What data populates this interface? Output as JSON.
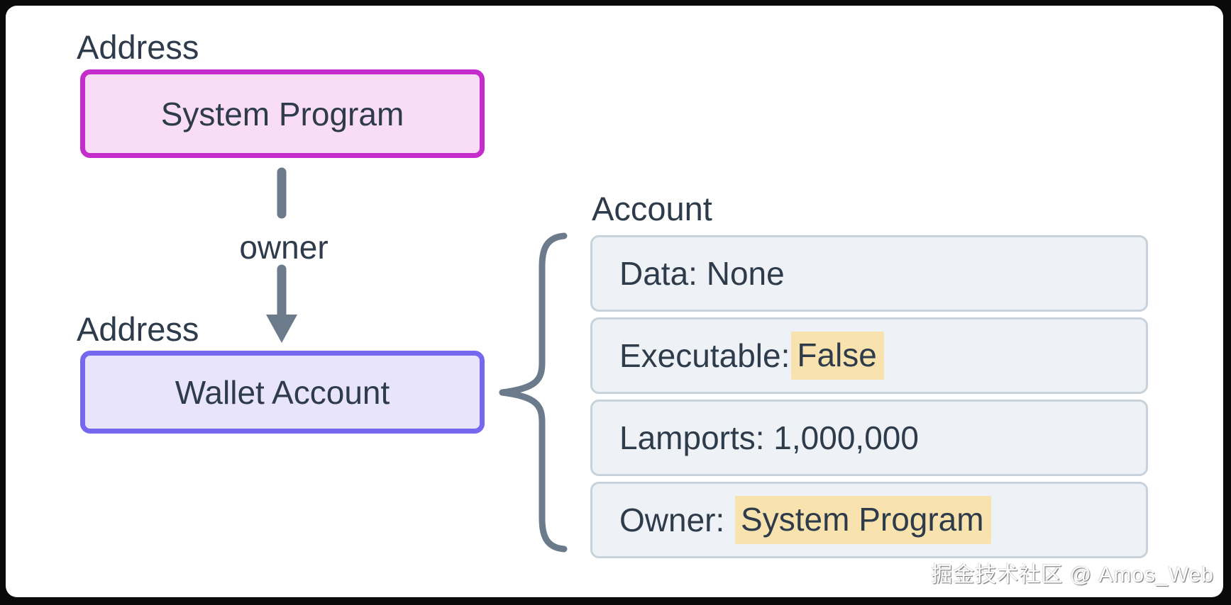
{
  "labels": {
    "address_top": "Address",
    "address_bottom": "Address",
    "account": "Account"
  },
  "boxes": {
    "system_program": "System Program",
    "wallet_account": "Wallet Account"
  },
  "arrow": {
    "label": "owner"
  },
  "account_rows": [
    {
      "text": "Data: None",
      "highlight": ""
    },
    {
      "text": "Executable:",
      "highlight": "False"
    },
    {
      "text": "Lamports: 1,000,000",
      "highlight": ""
    },
    {
      "text": "Owner: ",
      "highlight": "System Program"
    }
  ],
  "watermark": "掘金技术社区 @ Amos_Web",
  "colors": {
    "frame": "#0a0a0a",
    "card": "#ffffff",
    "text": "#2e3b4b",
    "system_program_border": "#c42ccb",
    "system_program_fill": "#f9ddf6",
    "wallet_border": "#7667ef",
    "wallet_fill": "#e8e4fc",
    "connector_gray": "#6b7b8c",
    "row_fill": "#eef2f6",
    "row_border": "#c7d2dd",
    "highlight": "#f8e3ae"
  }
}
